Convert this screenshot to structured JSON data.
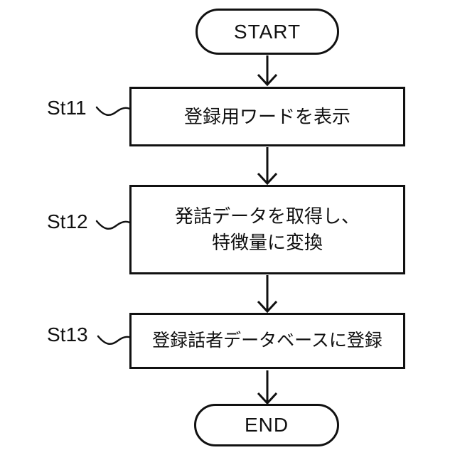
{
  "flowchart": {
    "start_label": "START",
    "end_label": "END",
    "steps": [
      {
        "id": "St11",
        "text": "登録用ワードを表示"
      },
      {
        "id": "St12",
        "text": "発話データを取得し、\n特徴量に変換"
      },
      {
        "id": "St13",
        "text": "登録話者データベースに登録"
      }
    ],
    "colors": {
      "line": "#111111",
      "text": "#111111",
      "background": "#ffffff"
    }
  }
}
